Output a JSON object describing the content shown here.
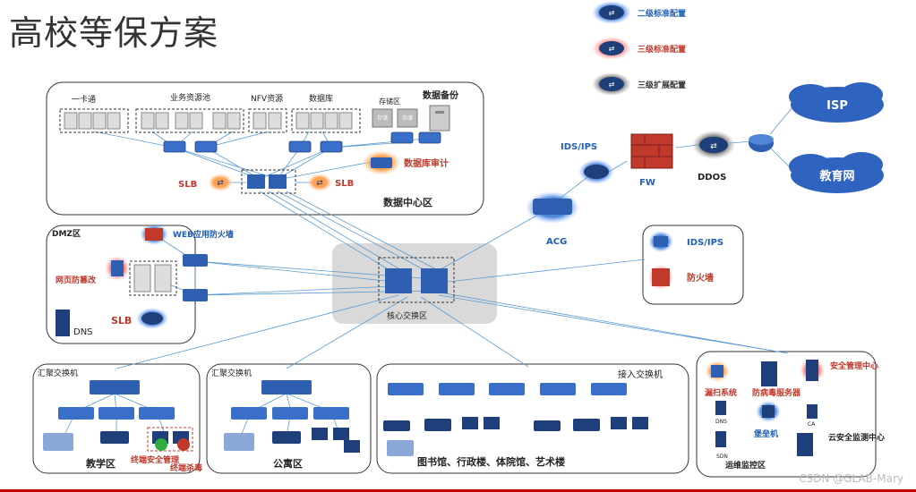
{
  "title": "高校等保方案",
  "watermark": "CSDN @GLAB-Mary",
  "legend": {
    "level2": "二级标准配置",
    "level3": "三级标准配置",
    "level3_ext": "三级扩展配置"
  },
  "datacenter": {
    "label": "数据中心区",
    "yikatong": "一卡通",
    "yewu": "业务资源池",
    "nfv": "NFV资源",
    "shujuku": "数据库",
    "cunchu": "存储区",
    "cunchu_unit": "存储",
    "beifen": "数据备份",
    "slb_left": "SLB",
    "slb_right": "SLB",
    "db_audit": "数据库审计"
  },
  "edge": {
    "ids_ips": "IDS/IPS",
    "fw": "FW",
    "ddos": "DDOS",
    "isp": "ISP",
    "edunet": "教育网",
    "acg": "ACG"
  },
  "dmz": {
    "label": "DMZ区",
    "waf": "WEB应用防火墙",
    "anti_tamper": "网页防篡改",
    "slb": "SLB",
    "dns": "DNS"
  },
  "core": {
    "label": "核心交换区"
  },
  "ext_security": {
    "ids_ips": "IDS/IPS",
    "firewall": "防火墙"
  },
  "teaching": {
    "label": "教学区",
    "agg": "汇聚交换机",
    "terminal_mgmt": "终端安全管理",
    "terminal_av": "终端杀毒"
  },
  "dorm": {
    "label": "公寓区",
    "agg": "汇聚交换机"
  },
  "buildings": {
    "label": "图书馆、行政楼、体院馆、艺术楼",
    "access": "接入交换机"
  },
  "ops": {
    "label": "运维监控区",
    "scan": "漏扫系统",
    "av_server": "防病毒服务器",
    "sec_center": "安全管理中心",
    "dns": "DNS",
    "ca": "CA",
    "bastion": "堡垒机",
    "sdn": "SDN",
    "cloud_monitor": "云安全监测中心"
  }
}
